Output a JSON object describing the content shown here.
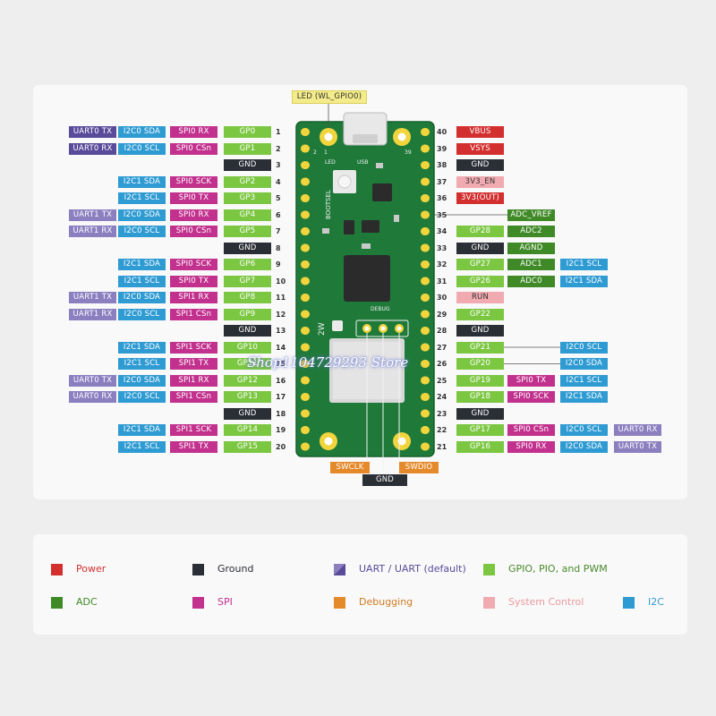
{
  "colors": {
    "power": "#d32f2f",
    "ground": "#2a2e35",
    "uart": "#5a4a9a",
    "uart_alt": "#8b7fc0",
    "gpio": "#7cc742",
    "adc": "#3f8a27",
    "spi": "#c2318e",
    "debug": "#e58a2a",
    "system": "#f0aab0",
    "i2c": "#2f9bd3",
    "board": "#1f7a3a"
  },
  "board": {
    "led_label": "LED (WL_GPIO0)",
    "usb_label": "USB",
    "led_silk": "LED",
    "bootsel_silk": "BOOTSEL",
    "debug_silk": "DEBUG",
    "model_silk": "2W",
    "pin1_silk": "1",
    "pin2_silk": "2",
    "pin39_silk": "39"
  },
  "left_pins": [
    {
      "num": "1",
      "labels": [
        {
          "t": "UART0 TX",
          "c": "uart"
        },
        {
          "t": "I2C0 SDA",
          "c": "i2c"
        },
        {
          "t": "SPI0 RX",
          "c": "spi"
        },
        {
          "t": "GP0",
          "c": "gpio"
        }
      ]
    },
    {
      "num": "2",
      "labels": [
        {
          "t": "UART0 RX",
          "c": "uart"
        },
        {
          "t": "I2C0 SCL",
          "c": "i2c"
        },
        {
          "t": "SPI0 CSn",
          "c": "spi"
        },
        {
          "t": "GP1",
          "c": "gpio"
        }
      ]
    },
    {
      "num": "3",
      "labels": [
        {
          "t": "GND",
          "c": "ground"
        }
      ]
    },
    {
      "num": "4",
      "labels": [
        {
          "t": "I2C1 SDA",
          "c": "i2c"
        },
        {
          "t": "SPI0 SCK",
          "c": "spi"
        },
        {
          "t": "GP2",
          "c": "gpio"
        }
      ]
    },
    {
      "num": "5",
      "labels": [
        {
          "t": "I2C1 SCL",
          "c": "i2c"
        },
        {
          "t": "SPI0 TX",
          "c": "spi"
        },
        {
          "t": "GP3",
          "c": "gpio"
        }
      ]
    },
    {
      "num": "6",
      "labels": [
        {
          "t": "UART1 TX",
          "c": "uart_alt"
        },
        {
          "t": "I2C0 SDA",
          "c": "i2c"
        },
        {
          "t": "SPI0 RX",
          "c": "spi"
        },
        {
          "t": "GP4",
          "c": "gpio"
        }
      ]
    },
    {
      "num": "7",
      "labels": [
        {
          "t": "UART1 RX",
          "c": "uart_alt"
        },
        {
          "t": "I2C0 SCL",
          "c": "i2c"
        },
        {
          "t": "SPI0 CSn",
          "c": "spi"
        },
        {
          "t": "GP5",
          "c": "gpio"
        }
      ]
    },
    {
      "num": "8",
      "labels": [
        {
          "t": "GND",
          "c": "ground"
        }
      ]
    },
    {
      "num": "9",
      "labels": [
        {
          "t": "I2C1 SDA",
          "c": "i2c"
        },
        {
          "t": "SPI0 SCK",
          "c": "spi"
        },
        {
          "t": "GP6",
          "c": "gpio"
        }
      ]
    },
    {
      "num": "10",
      "labels": [
        {
          "t": "I2C1 SCL",
          "c": "i2c"
        },
        {
          "t": "SPI0 TX",
          "c": "spi"
        },
        {
          "t": "GP7",
          "c": "gpio"
        }
      ]
    },
    {
      "num": "11",
      "labels": [
        {
          "t": "UART1 TX",
          "c": "uart_alt"
        },
        {
          "t": "I2C0 SDA",
          "c": "i2c"
        },
        {
          "t": "SPI1 RX",
          "c": "spi"
        },
        {
          "t": "GP8",
          "c": "gpio"
        }
      ]
    },
    {
      "num": "12",
      "labels": [
        {
          "t": "UART1 RX",
          "c": "uart_alt"
        },
        {
          "t": "I2C0 SCL",
          "c": "i2c"
        },
        {
          "t": "SPI1 CSn",
          "c": "spi"
        },
        {
          "t": "GP9",
          "c": "gpio"
        }
      ]
    },
    {
      "num": "13",
      "labels": [
        {
          "t": "GND",
          "c": "ground"
        }
      ]
    },
    {
      "num": "14",
      "labels": [
        {
          "t": "I2C1 SDA",
          "c": "i2c"
        },
        {
          "t": "SPI1 SCK",
          "c": "spi"
        },
        {
          "t": "GP10",
          "c": "gpio"
        }
      ]
    },
    {
      "num": "15",
      "labels": [
        {
          "t": "I2C1 SCL",
          "c": "i2c"
        },
        {
          "t": "SPI1 TX",
          "c": "spi"
        },
        {
          "t": "GP11",
          "c": "gpio"
        }
      ]
    },
    {
      "num": "16",
      "labels": [
        {
          "t": "UART0 TX",
          "c": "uart_alt"
        },
        {
          "t": "I2C0 SDA",
          "c": "i2c"
        },
        {
          "t": "SPI1 RX",
          "c": "spi"
        },
        {
          "t": "GP12",
          "c": "gpio"
        }
      ]
    },
    {
      "num": "17",
      "labels": [
        {
          "t": "UART0 RX",
          "c": "uart_alt"
        },
        {
          "t": "I2C0 SCL",
          "c": "i2c"
        },
        {
          "t": "SPI1 CSn",
          "c": "spi"
        },
        {
          "t": "GP13",
          "c": "gpio"
        }
      ]
    },
    {
      "num": "18",
      "labels": [
        {
          "t": "GND",
          "c": "ground"
        }
      ]
    },
    {
      "num": "19",
      "labels": [
        {
          "t": "I2C1 SDA",
          "c": "i2c"
        },
        {
          "t": "SPI1 SCK",
          "c": "spi"
        },
        {
          "t": "GP14",
          "c": "gpio"
        }
      ]
    },
    {
      "num": "20",
      "labels": [
        {
          "t": "I2C1 SCL",
          "c": "i2c"
        },
        {
          "t": "SPI1 TX",
          "c": "spi"
        },
        {
          "t": "GP15",
          "c": "gpio"
        }
      ]
    }
  ],
  "right_pins": [
    {
      "num": "40",
      "labels": [
        {
          "t": "VBUS",
          "c": "power"
        }
      ]
    },
    {
      "num": "39",
      "labels": [
        {
          "t": "VSYS",
          "c": "power"
        }
      ]
    },
    {
      "num": "38",
      "labels": [
        {
          "t": "GND",
          "c": "ground"
        }
      ]
    },
    {
      "num": "37",
      "labels": [
        {
          "t": "3V3_EN",
          "c": "system"
        }
      ]
    },
    {
      "num": "36",
      "labels": [
        {
          "t": "3V3(OUT)",
          "c": "power"
        }
      ]
    },
    {
      "num": "35",
      "labels": [
        {
          "t": "ADC_VREF",
          "c": "adc"
        }
      ]
    },
    {
      "num": "34",
      "labels": [
        {
          "t": "GP28",
          "c": "gpio"
        },
        {
          "t": "ADC2",
          "c": "adc"
        }
      ]
    },
    {
      "num": "33",
      "labels": [
        {
          "t": "GND",
          "c": "ground"
        },
        {
          "t": "AGND",
          "c": "adc"
        }
      ]
    },
    {
      "num": "32",
      "labels": [
        {
          "t": "GP27",
          "c": "gpio"
        },
        {
          "t": "ADC1",
          "c": "adc"
        },
        {
          "t": "I2C1 SCL",
          "c": "i2c"
        }
      ]
    },
    {
      "num": "31",
      "labels": [
        {
          "t": "GP26",
          "c": "gpio"
        },
        {
          "t": "ADC0",
          "c": "adc"
        },
        {
          "t": "I2C1 SDA",
          "c": "i2c"
        }
      ]
    },
    {
      "num": "30",
      "labels": [
        {
          "t": "RUN",
          "c": "system"
        }
      ]
    },
    {
      "num": "29",
      "labels": [
        {
          "t": "GP22",
          "c": "gpio"
        }
      ]
    },
    {
      "num": "28",
      "labels": [
        {
          "t": "GND",
          "c": "ground"
        }
      ]
    },
    {
      "num": "27",
      "labels": [
        {
          "t": "GP21",
          "c": "gpio"
        },
        {
          "t": "I2C0 SCL",
          "c": "i2c"
        }
      ]
    },
    {
      "num": "26",
      "labels": [
        {
          "t": "GP20",
          "c": "gpio"
        },
        {
          "t": "I2C0 SDA",
          "c": "i2c"
        }
      ]
    },
    {
      "num": "25",
      "labels": [
        {
          "t": "GP19",
          "c": "gpio"
        },
        {
          "t": "SPI0 TX",
          "c": "spi"
        },
        {
          "t": "I2C1 SCL",
          "c": "i2c"
        }
      ]
    },
    {
      "num": "24",
      "labels": [
        {
          "t": "GP18",
          "c": "gpio"
        },
        {
          "t": "SPI0 SCK",
          "c": "spi"
        },
        {
          "t": "I2C1 SDA",
          "c": "i2c"
        }
      ]
    },
    {
      "num": "23",
      "labels": [
        {
          "t": "GND",
          "c": "ground"
        }
      ]
    },
    {
      "num": "22",
      "labels": [
        {
          "t": "GP17",
          "c": "gpio"
        },
        {
          "t": "SPI0 CSn",
          "c": "spi"
        },
        {
          "t": "I2C0 SCL",
          "c": "i2c"
        },
        {
          "t": "UART0 RX",
          "c": "uart_alt"
        }
      ]
    },
    {
      "num": "21",
      "labels": [
        {
          "t": "GP16",
          "c": "gpio"
        },
        {
          "t": "SPI0 RX",
          "c": "spi"
        },
        {
          "t": "I2C0 SDA",
          "c": "i2c"
        },
        {
          "t": "UART0 TX",
          "c": "uart_alt"
        }
      ]
    }
  ],
  "debug_pins": [
    {
      "t": "SWCLK",
      "c": "debug"
    },
    {
      "t": "GND",
      "c": "ground"
    },
    {
      "t": "SWDIO",
      "c": "debug"
    }
  ],
  "legend": [
    {
      "label": "Power",
      "c": "power",
      "text_color": "#d32f2f"
    },
    {
      "label": "Ground",
      "c": "ground",
      "text_color": "#2a2e35"
    },
    {
      "label": "UART / UART (default)",
      "c": "uart",
      "text_color": "#5a4a9a"
    },
    {
      "label": "GPIO, PIO, and PWM",
      "c": "gpio",
      "text_color": "#4a8a2a"
    },
    {
      "label": "ADC",
      "c": "adc",
      "text_color": "#3f8a27"
    },
    {
      "label": "SPI",
      "c": "spi",
      "text_color": "#c2318e"
    },
    {
      "label": "Debugging",
      "c": "debug",
      "text_color": "#d07a20"
    },
    {
      "label": "System Control",
      "c": "system",
      "text_color": "#e89aa0"
    },
    {
      "label": "I2C",
      "c": "i2c",
      "text_color": "#2f9bd3"
    }
  ],
  "watermark": "Shop1104729293 Store"
}
